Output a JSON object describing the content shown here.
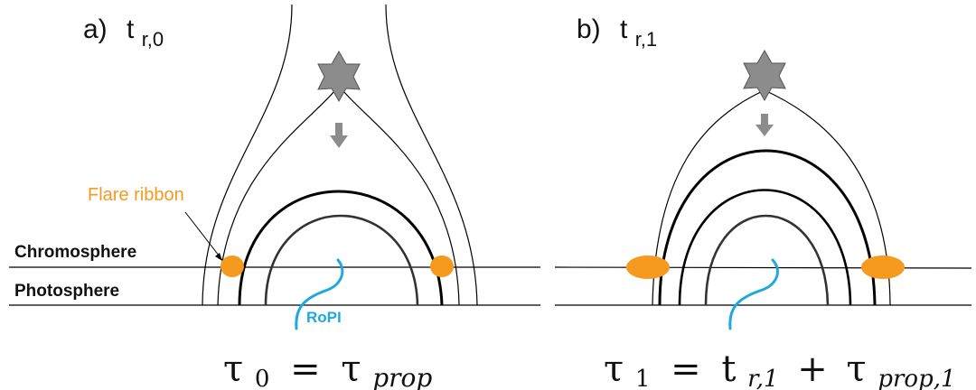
{
  "panels": {
    "a": {
      "label": "a)",
      "time_main": "t",
      "time_sub": "r,0",
      "formula": {
        "lhs_symbol": "τ",
        "lhs_sub": "0",
        "eq": "=",
        "rhs_symbol": "τ",
        "rhs_sub": "prop"
      }
    },
    "b": {
      "label": "b)",
      "time_main": "t",
      "time_sub": "r,1",
      "formula": {
        "lhs_symbol": "τ",
        "lhs_sub": "1",
        "eq": "=",
        "t_symbol": "t",
        "t_sub": "r,1",
        "plus": "+",
        "tau_symbol": "τ",
        "tau_sub": "prop,1"
      }
    }
  },
  "labels": {
    "flare_ribbon": "Flare ribbon",
    "chromosphere": "Chromosphere",
    "photosphere": "Photosphere",
    "ropi": "RoPI"
  },
  "colors": {
    "ribbon": "#f59a1e",
    "ropi": "#1ea8e0",
    "star": "#8c8c8c",
    "arrow": "#8c8c8c",
    "lines": "#000000"
  },
  "icons": {
    "reconnection": "star-icon",
    "downflow": "down-arrow-icon"
  }
}
